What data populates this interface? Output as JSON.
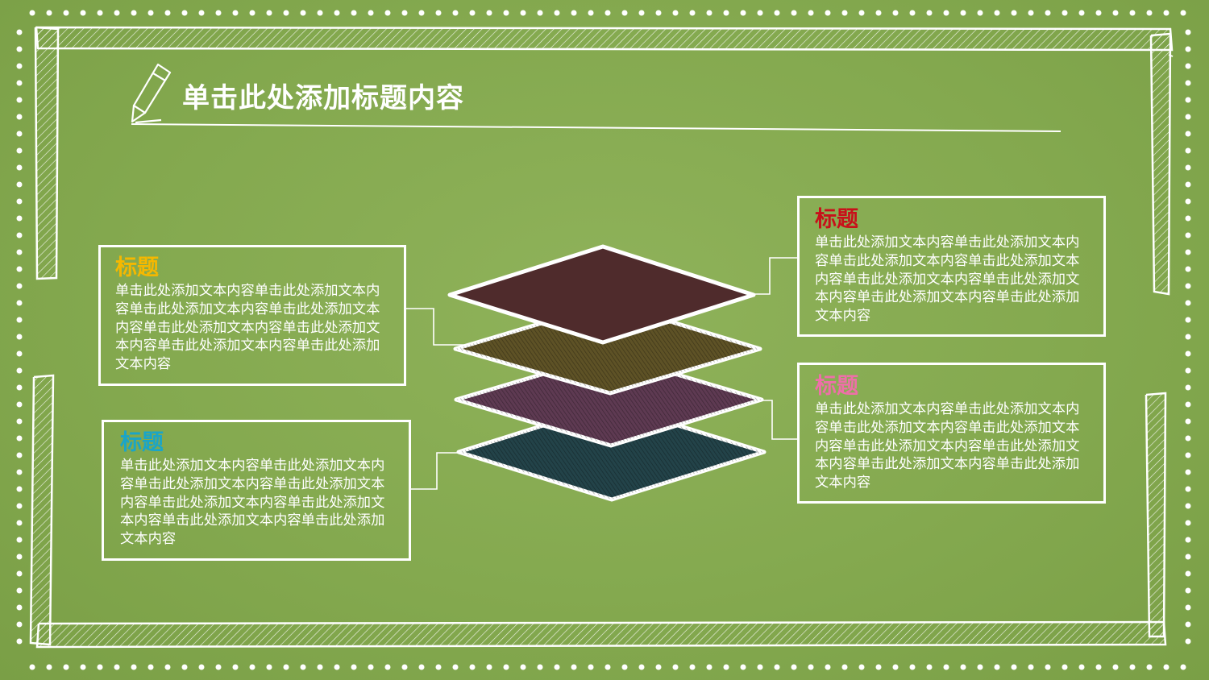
{
  "slide": {
    "title": "单击此处添加标题内容"
  },
  "colors": {
    "background": "#84a94f",
    "chalk": "#ffffff",
    "layer_top": "#4f2b2c",
    "layer_2": "#5e5226",
    "layer_3": "#5e3a52",
    "layer_4": "#234349"
  },
  "cards": {
    "left_top": {
      "title": "标题",
      "title_color": "#f5b800",
      "body": "单击此处添加文本内容单击此处添加文本内容单击此处添加文本内容单击此处添加文本内容单击此处添加文本内容单击此处添加文本内容单击此处添加文本内容单击此处添加文本内容"
    },
    "left_bottom": {
      "title": "标题",
      "title_color": "#1aa5c8",
      "body": "单击此处添加文本内容单击此处添加文本内容单击此处添加文本内容单击此处添加文本内容单击此处添加文本内容单击此处添加文本内容单击此处添加文本内容单击此处添加文本内容"
    },
    "right_top": {
      "title": "标题",
      "title_color": "#c8101a",
      "body": "单击此处添加文本内容单击此处添加文本内容单击此处添加文本内容单击此处添加文本内容单击此处添加文本内容单击此处添加文本内容单击此处添加文本内容单击此处添加文本内容"
    },
    "right_bottom": {
      "title": "标题",
      "title_color": "#ee6fa8",
      "body": "单击此处添加文本内容单击此处添加文本内容单击此处添加文本内容单击此处添加文本内容单击此处添加文本内容单击此处添加文本内容单击此处添加文本内容单击此处添加文本内容"
    }
  },
  "icons": {
    "title_icon": "pencil-icon"
  }
}
